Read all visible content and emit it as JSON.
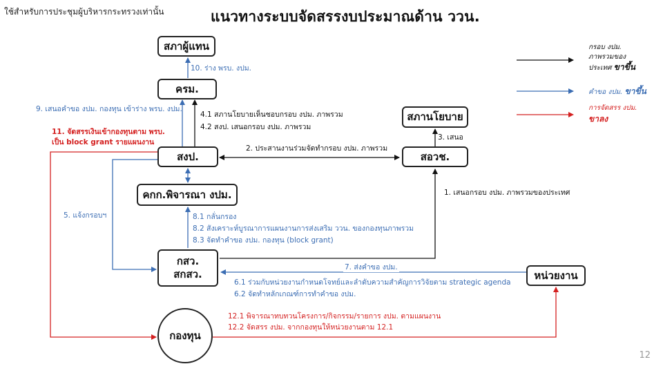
{
  "header": {
    "note": "ใช้สำหรับการประชุมผู้บริหารกระทรวงเท่านั้น",
    "title": "แนวทางระบบจัดสรรงบประมาณด้าน ววน."
  },
  "nodes": {
    "parliament": "สภาผู้แทน",
    "cabinet": "ครม.",
    "budget_bureau": "สงป.",
    "policy_council": "สภานโยบาย",
    "sorwoch": "สอวช.",
    "committee": "คกก.พิจารณา งปม.",
    "kosow_line1": "กสว.",
    "kosow_line2": "สกสว.",
    "agency": "หน่วยงาน",
    "fund": "กองทุน"
  },
  "labels": {
    "l10": "10. ร่าง พรบ. งปม.",
    "l9": "9. เสนอคำขอ งปม. กองทุน เข้าร่าง พรบ. งปม.",
    "l41": "4.1 สภานโยบายเห็นชอบกรอบ งปม. ภาพรวม",
    "l42": "4.2 สงป. เสนอกรอบ งปม. ภาพรวม",
    "l11a": "11. จัดสรรเงินเข้ากองทุนตาม พรบ.",
    "l11b": "เป็น block grant รายแผนงาน",
    "l2": "2. ประสานงานร่วมจัดทำกรอบ งปม. ภาพรวม",
    "l3": "3. เสนอ",
    "l1": "1. เสนอกรอบ งปม. ภาพรวมของประเทศ",
    "l5": "5. แจ้งกรอบฯ",
    "l81": "8.1 กลั่นกรอง",
    "l82": "8.2 สังเคราะห์บูรณาการแผนงานการส่งเสริม ววน. ของกองทุนภาพรวม",
    "l83": "8.3 จัดทำคำขอ งปม. กองทุน (block grant)",
    "l7": "7. ส่งคำขอ งปม.",
    "l61": "6.1 ร่วมกับหน่วยงานกำหนดโจทย์และลำดับความสำคัญการวิจัยตาม strategic agenda",
    "l62": "6.2 จัดทำหลักเกณฑ์การทำคำขอ งปม.",
    "l121": "12.1 พิจารณาทบทวนโครงการ/กิจกรรม/รายการ งปม. ตามแผนงาน",
    "l122": "12.2 จัดสรร งปม. จากกองทุนให้หน่วยงานตาม 12.1"
  },
  "legend": {
    "black_line1": "กรอบ งปม.",
    "black_line2": "ภาพรวมของ",
    "black_line3_a": "ประเทศ ",
    "black_line3_b": "ขาขึ้น",
    "blue_a": "คำขอ งปม. ",
    "blue_b": "ขาขึ้น",
    "red_line1": "การจัดสรร งปม.",
    "red_line2": "ขาลง"
  },
  "colors": {
    "black": "#111111",
    "blue": "#3b6db3",
    "red": "#d42020"
  },
  "page_number": "12"
}
